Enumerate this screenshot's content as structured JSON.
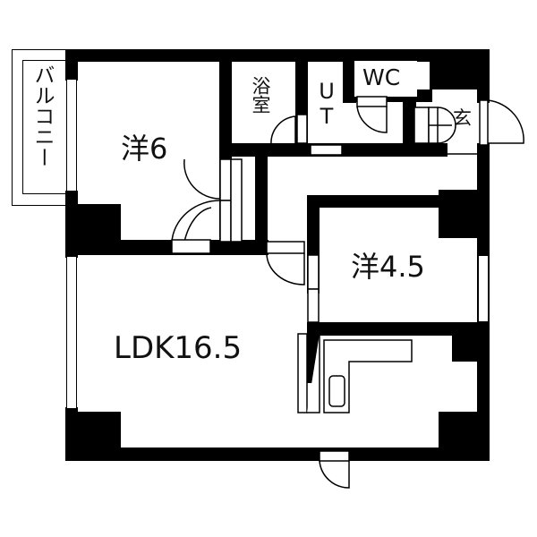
{
  "floor_plan": {
    "rooms": [
      {
        "id": "western-6",
        "label": "洋6"
      },
      {
        "id": "bathroom",
        "label": "浴室"
      },
      {
        "id": "utility",
        "label": "UT"
      },
      {
        "id": "toilet",
        "label": "WC"
      },
      {
        "id": "entrance",
        "label": "玄"
      },
      {
        "id": "western-4-5",
        "label": "洋4.5"
      },
      {
        "id": "ldk",
        "label": "LDK16.5"
      },
      {
        "id": "balcony",
        "label": "バルコニー"
      }
    ]
  }
}
